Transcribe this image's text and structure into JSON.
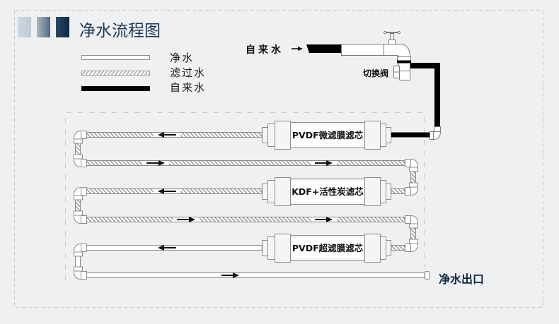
{
  "page": {
    "title": "净水流程图"
  },
  "legend": [
    {
      "key": "clean",
      "label": "净水"
    },
    {
      "key": "filtered",
      "label": "滤过水"
    },
    {
      "key": "tap",
      "label": "自来水"
    }
  ],
  "source": {
    "label": "自来水",
    "arrow_icon": "arrow-right-icon",
    "faucet_icon": "faucet-icon",
    "valve_label": "切换阀"
  },
  "filters": [
    {
      "label": "PVDF微滤膜滤芯",
      "inlet_water": "tap",
      "outlet_water": "filtered"
    },
    {
      "label": "KDF+活性炭滤芯",
      "inlet_water": "filtered",
      "outlet_water": "filtered"
    },
    {
      "label": "PVDF超滤膜滤芯",
      "inlet_water": "filtered",
      "outlet_water": "clean"
    }
  ],
  "outlet": {
    "label": "净水出口"
  },
  "colors": {
    "background": "#eff0f2",
    "title": "#1d3551",
    "outlet_label": "#0f2540",
    "tap_water_pipe": "#000000",
    "pipe_outline": "#8c8c8c",
    "frame_dash": "#c6c8cb",
    "accent_squares": [
      "#c8d3dd",
      "#7d90a5",
      "#12304d"
    ]
  }
}
